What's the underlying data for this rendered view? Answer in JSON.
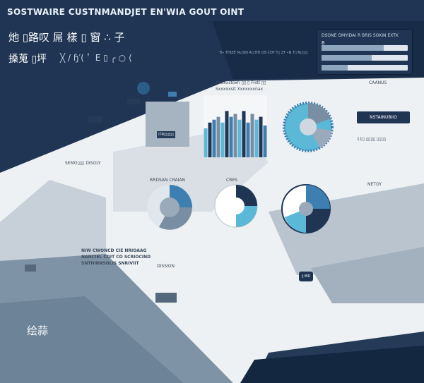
{
  "header": {
    "title": "SOSTWAIRE CUSTNMANDJET EN'WIA GOUT OINT",
    "cjk_line1": "灺 ▯路叹 屌 樣 ▯ 窗 ∴ 子",
    "cjk_line2": "搡蒐 ▯坪",
    "cjk_scribble": "╳ / ɧ′(＇ E ▯ ╭ ○ ⟨",
    "subline": "Ti∙ THIZE N∪SBI A▯ BTI OS COY T▯ 2T ∙N T▯ N▯▯▯L"
  },
  "top_panel": {
    "title": "DSONE OMYIDAI R BRIS SOKIN EXTK",
    "index": "6",
    "bars": [
      0.72,
      0.58,
      0.3
    ]
  },
  "labels": {
    "corner_top_right": "CAANUS",
    "badge": "NSTAINUBIIO",
    "chart_caption": "Xxxxxstoxh  ▯▯ ▯  Frstl ▯▯",
    "chart_caption2": "Sxxxxxsit    Xxxxxxxnax",
    "donut1_label": "RRDSAN CRAIAN",
    "donut2_label": "CRES",
    "right_mid": "NETOY",
    "mid_card_text": "ITR▯▯▯▯▯",
    "right_numbers": "11▯  ▯▯▯▯ ▯▯▯▯",
    "left_block": "SEMO▯▯▯ DISOLY",
    "bottom_text1": "NIW CWONCD CIE NRIOAAG",
    "bottom_text2": "NANCIEL COIT CO SCRIOCIND",
    "bottom_text3": "SNTHIRNSOLIS SNRIVIIT",
    "bottom_cjk": "绘蒜",
    "small_label": "DISSION",
    "chip": "▯ IBD"
  },
  "colors": {
    "navy": "#1f3553",
    "dark_navy": "#142741",
    "mid_blue": "#3c7fb0",
    "light_blue": "#5bb8d6",
    "slate": "#7a8ea3",
    "grey": "#b9c4cf"
  },
  "chart_data": {
    "type": "bar",
    "categories": [
      "",
      "",
      "",
      "",
      "",
      "",
      "",
      "",
      "",
      "",
      "",
      "",
      "",
      "",
      ""
    ],
    "values": [
      10,
      12,
      13,
      14,
      12,
      16,
      14,
      15,
      13,
      16,
      12,
      15,
      13,
      14,
      11
    ],
    "ylim": [
      0,
      20
    ]
  }
}
